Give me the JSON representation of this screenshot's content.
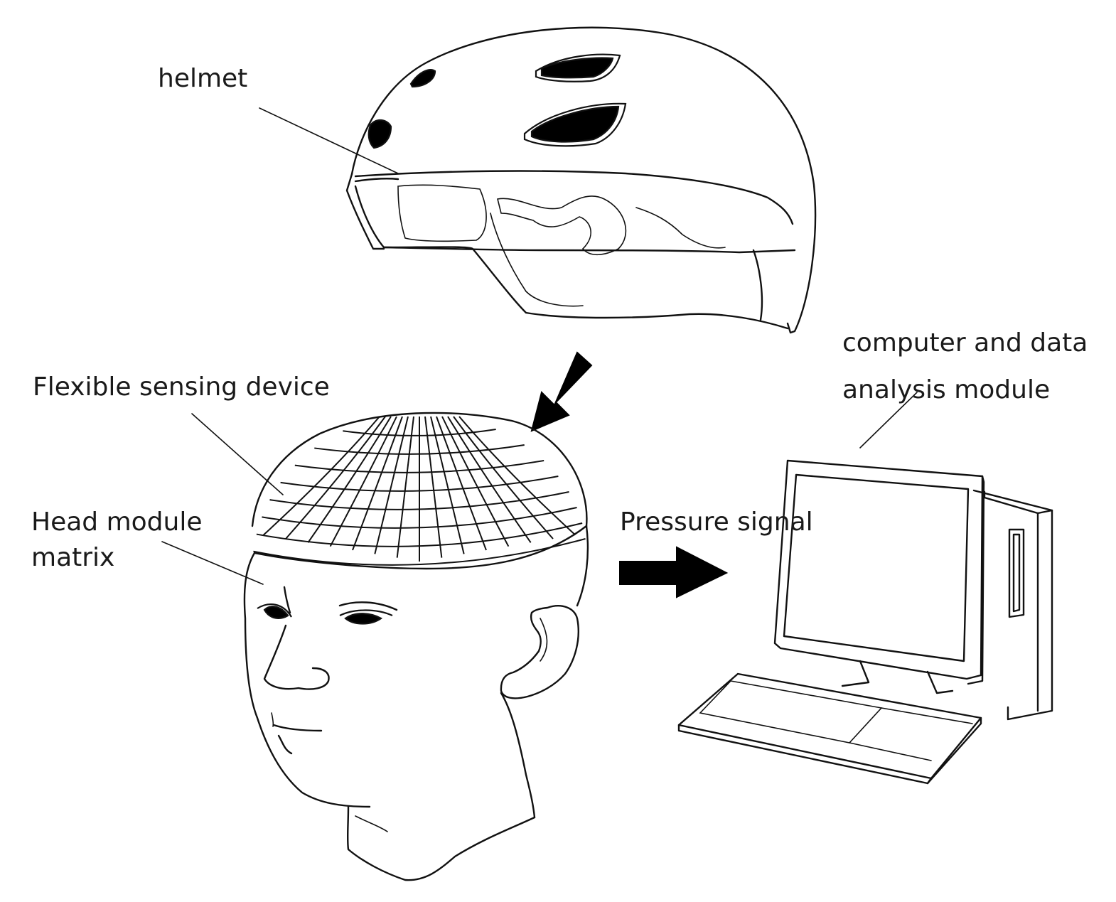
{
  "labels": {
    "helmet": "helmet",
    "flexible_sensing_device": "Flexible sensing device",
    "head_module_line1": "Head module",
    "head_module_line2": "matrix",
    "pressure_signal": "Pressure signal",
    "computer_line1": "computer and data",
    "computer_line2": "analysis module"
  },
  "icons": {
    "helmet": "helmet-icon",
    "head": "head-icon",
    "sensor_mesh": "sensor-mesh-icon",
    "computer": "computer-icon",
    "down_left_arrow": "arrow-down-left-icon",
    "right_arrow": "arrow-right-icon"
  },
  "colors": {
    "line": "#111111",
    "background": "#ffffff"
  }
}
